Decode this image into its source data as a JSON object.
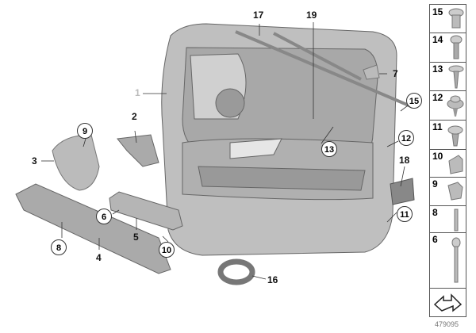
{
  "callouts": {
    "c1": "1",
    "c2": "2",
    "c3": "3",
    "c4": "4",
    "c5": "5",
    "c6": "6",
    "c7": "7",
    "c8": "8",
    "c9": "9",
    "c10": "10",
    "c11": "11",
    "c12": "12",
    "c13": "13",
    "c15": "15",
    "c16": "16",
    "c17": "17",
    "c18": "18",
    "c19": "19"
  },
  "parts_column": [
    "15",
    "14",
    "13",
    "12",
    "11",
    "10",
    "9",
    "8",
    "6"
  ],
  "figure_id": "479095"
}
